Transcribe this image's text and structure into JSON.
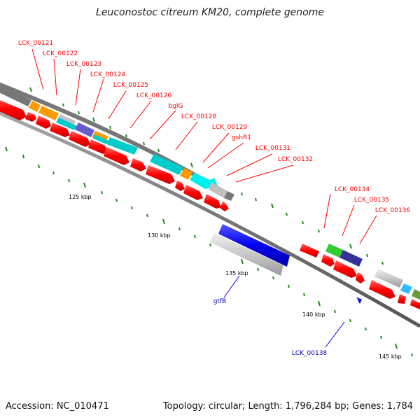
{
  "title": "Leuconostoc citreum KM20, complete genome",
  "footer": {
    "accession": "Accession: NC_010471",
    "info": "Topology: circular; Length: 1,796,284 bp; Genes: 1,784"
  },
  "colors": {
    "red": "#ff0000",
    "blue": "#0000ff",
    "green": "#228b22",
    "orange": "#ff9900",
    "cyan": "#00cccc",
    "purple": "#6a5acd",
    "gray": "#b0b0b0",
    "dark_gray": "#555555"
  },
  "scale_labels": [
    "125 kbp",
    "130 kbp",
    "135 kbp",
    "140 kbp",
    "145 kbp"
  ],
  "gene_labels": {
    "red": [
      "LCK_00121",
      "LCK_00122",
      "LCK_00123",
      "LCK_00124",
      "LCK_00125",
      "LCK_00126",
      "bglG",
      "LCK_00128",
      "LCK_00129",
      "gshR1",
      "LCK_00131",
      "LCK_00132",
      "LCK_00134",
      "LCK_00135",
      "LCK_00136"
    ],
    "blue": [
      "gtfB",
      "LCK_00138"
    ]
  }
}
